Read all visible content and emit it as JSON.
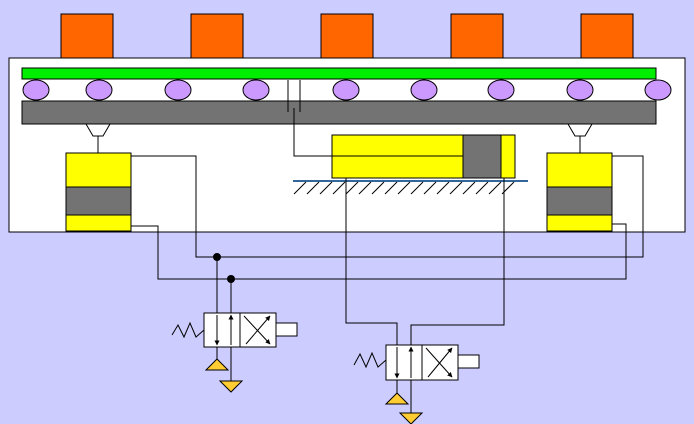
{
  "diagram": {
    "title": "",
    "colors": {
      "background": "#ccccff",
      "frame": "#ffffff",
      "conveyor_belt": "#00ee00",
      "roller": "#cc99ff",
      "beam": "#737373",
      "workpiece": "#ff6600",
      "cylinder_body": "#ffff00",
      "piston": "#737373",
      "exhaust_symbol": "#ffcc33",
      "line": "#000000"
    },
    "components": {
      "workpieces": {
        "count": 5,
        "label": ""
      },
      "rollers": {
        "count": 9,
        "label": ""
      },
      "lift_cylinders": {
        "count": 2,
        "label": ""
      },
      "transfer_cylinder": {
        "label": ""
      },
      "valves": {
        "count": 2,
        "type": "4/2 directional valve, solenoid operated, spring return",
        "label": ""
      }
    }
  }
}
